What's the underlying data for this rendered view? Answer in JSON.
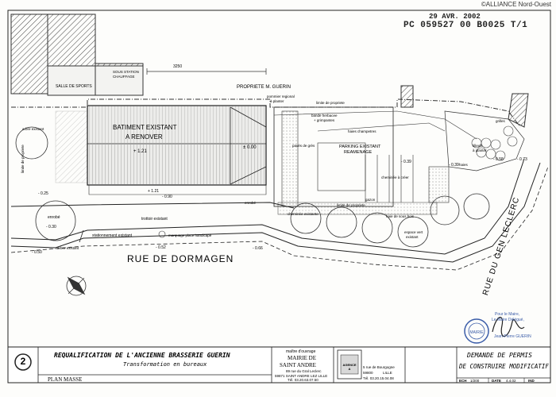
{
  "watermark": "©ALLIANCE Nord-Ouest",
  "stamp": {
    "date": "29 AVR. 2002",
    "permit_number": "PC 059527 00 B0025 T/1"
  },
  "plan_labels": {
    "dimension_top": "3250",
    "salle_sports": "SALLE DE SPORTS",
    "sous_station": "SOUS STATION CHAUFFAGE",
    "propriete": "PROPRIETE M. GUERIN",
    "pommier": "pommier regional",
    "a_planter": "à planter",
    "limite_propriete_top": "limite de propriete",
    "bande_herbacee": "bande herbacee",
    "grimpantes": "+ grimpantes",
    "haies_champetres": "haies champetres",
    "batiment_line1": "BATIMENT EXISTANT",
    "batiment_line2": "A RENOVER",
    "level_121": "+ 1.21",
    "level_000": "± 0.00",
    "arbre_existant_left": "arbre existant",
    "limite_propriete_left": "limite de propriete",
    "level_025": "- 0.25",
    "level_121b": "+ 1.21",
    "level_090": "- 0.90",
    "parking_line1": "PARKING EXISTANT",
    "parking_line2": "REAMENAGE",
    "pavés": "pavés de grès",
    "level_039": "- 0.39",
    "chemin_line": "cheminée à créer",
    "enrobe_top": "enrobé",
    "trottoir": "trottoir existant",
    "enrobe_left": "enrobé",
    "level_030": "- 0.30",
    "stationnement": "stationnement existant",
    "marquage": "marquage place handicapé",
    "arbre_existant_bottom": "arbre existant",
    "level_050": "- 0.50",
    "level_052": "- 0.52",
    "level_066": "- 0.66",
    "rue_dormagen": "RUE DE DORMAGEN",
    "rue_leclerc": "RUE DU GEN LECLERC",
    "chemin_existant": "cheminée existante",
    "limite_propriete_bottom": "limite de propriete",
    "haie_bois": "haie de sous bois",
    "espace_vert_line1": "espace vert",
    "espace_vert_line2": "existant",
    "gazon": "gazon",
    "level_058": "- 0.58",
    "level_073": "- 0.73",
    "tilleuls": "tilleuls",
    "a_planter_right": "à planter",
    "haies": "haies",
    "grille": "grilles",
    "level_fwd": "- 0.39"
  },
  "signature_block": {
    "line1": "Pour le Maire,",
    "line2": "Le Maire Délégué,",
    "name": "Jean-Pierre GUERIN"
  },
  "title_block": {
    "sheet_number": "2",
    "project_title": "REQUALIFICATION DE L'ANCIENNE BRASSERIE GUERIN",
    "project_subtitle": "Transformation en bureaux",
    "plan_name": "PLAN MASSE",
    "maitre_label": "maître d'ouvrage",
    "mairie_line1": "MAIRIE DE",
    "mairie_line2": "SAINT ANDRE",
    "mairie_address1": "89 rue du Gral Leclerc",
    "mairie_address2": "59871  SAINT ANDRE LEZ LILLE",
    "mairie_tel": "Tél. 03.20.63.07.50",
    "agence_label": "AGENCE A",
    "agence_address1": "5 rue de Bourgogne",
    "agence_address2": "59800          LILLE",
    "agence_tel": "Tél. 03.20.15.04.08",
    "demande_line1": "DEMANDE DE PERMIS",
    "demande_line2": "DE CONSTRUIRE MODIFICATIF",
    "ech_label": "ECH",
    "ech_value": "1/200",
    "date_label": "DATE",
    "date_value": "4.4.02",
    "ind_label": "IND"
  }
}
